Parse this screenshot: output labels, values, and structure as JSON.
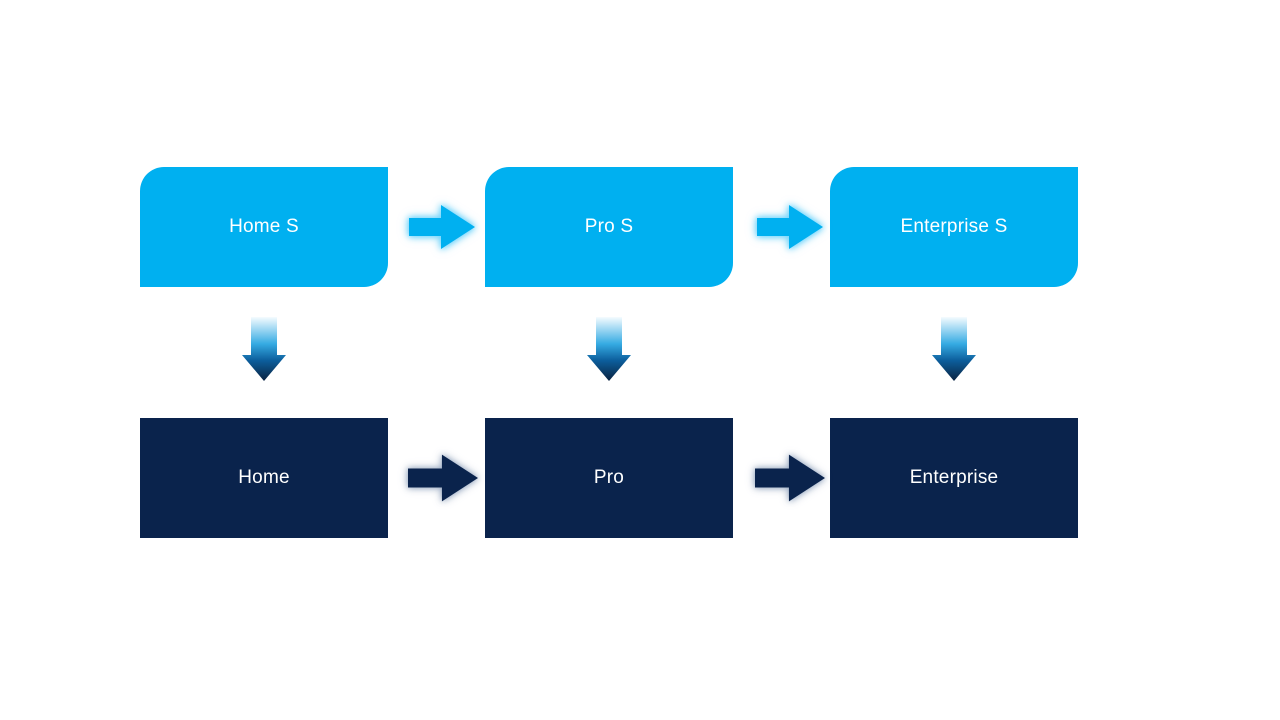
{
  "canvas": {
    "background": "#FFFFFF"
  },
  "colors": {
    "canvas_bg": "#FFFFFF",
    "top_box_fill": "#00B0F0",
    "bottom_box_fill": "#0A234C",
    "label_text": "#FFFFFF",
    "top_arrow_fill": "#00B0F0",
    "bottom_arrow_fill": "#0A234C",
    "down_gradient": {
      "top": "#F5FBFF",
      "mid": "#35ABE3",
      "deep": "#0C5E9C",
      "bottom": "#0A2240"
    }
  },
  "diagram": {
    "type": "flow",
    "columns": [
      {
        "top_label": "Home S",
        "bottom_label": "Home"
      },
      {
        "top_label": "Pro S",
        "bottom_label": "Pro"
      },
      {
        "top_label": "Enterprise S",
        "bottom_label": "Enterprise"
      }
    ],
    "icons": {
      "horizontal_connector": "right-arrow-icon",
      "vertical_connector": "down-arrow-icon"
    }
  }
}
